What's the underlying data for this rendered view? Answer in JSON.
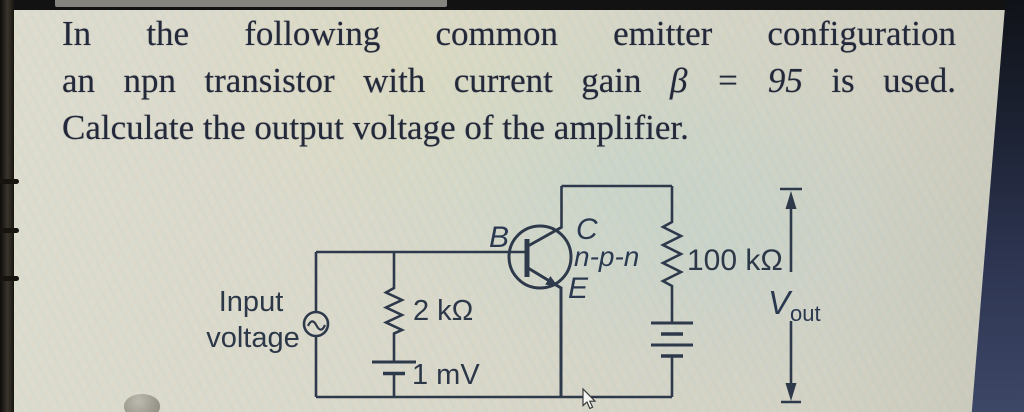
{
  "question": {
    "line1": "In the following common emitter configuration",
    "line2_pre": "an npn transistor with current gain",
    "line2_math": "β = 95",
    "line2_post": "is used.",
    "line3": "Calculate the output voltage of the amplifier."
  },
  "circuit": {
    "input_label_line1": "Input",
    "input_label_line2": "voltage",
    "r_base_label": "2 kΩ",
    "v_base_label": "1 mV",
    "terminal_b": "B",
    "terminal_c": "C",
    "terminal_e": "E",
    "transistor_type": "n-p-n",
    "r_collector_label": "100 kΩ",
    "vout_main": "V",
    "vout_sub": "out"
  },
  "colors": {
    "ink": "#2e3a4b",
    "paper": "#d9d7c9",
    "bezel_navy": "#2c3450",
    "text": "#23293a"
  }
}
